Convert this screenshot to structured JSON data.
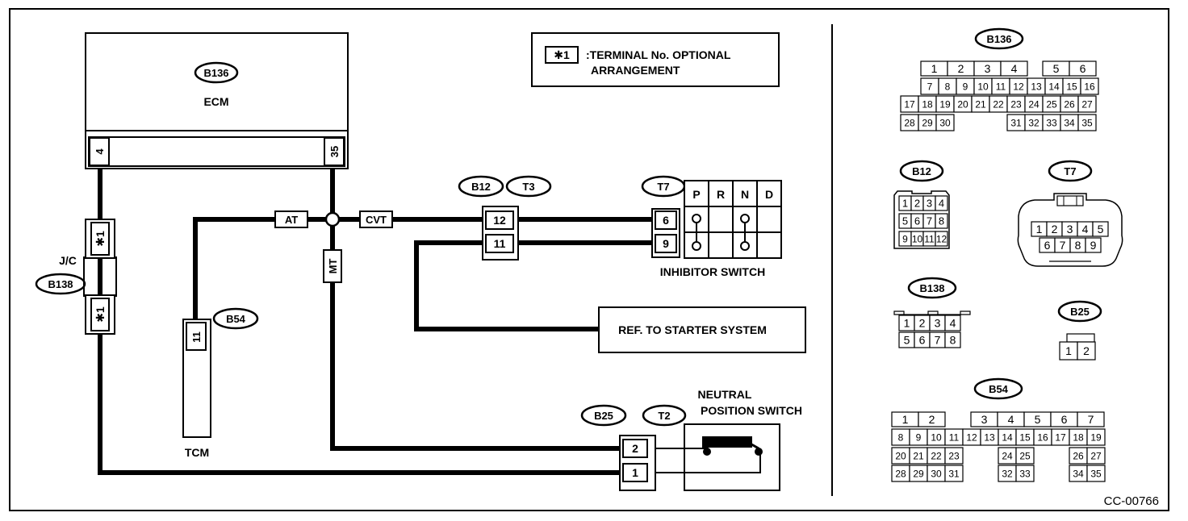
{
  "diagram_code": "CC-00766",
  "legend": {
    "symbol": "✱1",
    "line1": ":TERMINAL No. OPTIONAL",
    "line2": "ARRANGEMENT"
  },
  "ecm": {
    "connector": "B136",
    "label": "ECM",
    "pin_left": "4",
    "pin_right": "35"
  },
  "jc": {
    "label": "J/C",
    "connector": "B138",
    "pin_symbol": "✱1"
  },
  "tcm": {
    "label": "TCM",
    "connector": "B54",
    "pin": "11"
  },
  "wire_tags": {
    "at": "AT",
    "cvt": "CVT",
    "mt": "MT"
  },
  "b12_t3": {
    "connector_a": "B12",
    "connector_b": "T3",
    "pin_top": "12",
    "pin_bottom": "11"
  },
  "inhibitor": {
    "connector": "T7",
    "label": "INHIBITOR SWITCH",
    "pin_top": "6",
    "pin_bottom": "9",
    "positions": [
      "P",
      "R",
      "N",
      "D"
    ]
  },
  "starter_ref": "REF. TO STARTER SYSTEM",
  "neutral": {
    "connector_a": "B25",
    "connector_b": "T2",
    "label_line1": "NEUTRAL",
    "label_line2": "POSITION SWITCH",
    "pin_top": "2",
    "pin_bottom": "1"
  },
  "connector_views": {
    "b136": {
      "name": "B136",
      "row1": [
        "1",
        "2",
        "3",
        "4",
        "5",
        "6"
      ],
      "row2": [
        "7",
        "8",
        "9",
        "10",
        "11",
        "12",
        "13",
        "14",
        "15",
        "16"
      ],
      "row3": [
        "17",
        "18",
        "19",
        "20",
        "21",
        "22",
        "23",
        "24",
        "25",
        "26",
        "27"
      ],
      "row4a": [
        "28",
        "29",
        "30"
      ],
      "row4b": [
        "31",
        "32",
        "33",
        "34",
        "35"
      ]
    },
    "b12": {
      "name": "B12",
      "row1": [
        "1",
        "2",
        "3",
        "4"
      ],
      "row2": [
        "5",
        "6",
        "7",
        "8"
      ],
      "row3": [
        "9",
        "10",
        "11",
        "12"
      ]
    },
    "t7": {
      "name": "T7",
      "row1": [
        "1",
        "2",
        "3",
        "4",
        "5"
      ],
      "row2": [
        "6",
        "7",
        "8",
        "9"
      ]
    },
    "b138": {
      "name": "B138",
      "row1": [
        "1",
        "2",
        "3",
        "4"
      ],
      "row2": [
        "5",
        "6",
        "7",
        "8"
      ]
    },
    "b25": {
      "name": "B25",
      "row1": [
        "1",
        "2"
      ]
    },
    "b54": {
      "name": "B54",
      "row1a": [
        "1",
        "2"
      ],
      "row1b": [
        "3",
        "4",
        "5",
        "6",
        "7"
      ],
      "row2": [
        "8",
        "9",
        "10",
        "11",
        "12",
        "13",
        "14",
        "15",
        "16",
        "17",
        "18",
        "19"
      ],
      "row3a": [
        "20",
        "21",
        "22",
        "23"
      ],
      "row3b": [
        "24",
        "25"
      ],
      "row3c": [
        "26",
        "27"
      ],
      "row4a": [
        "28",
        "29",
        "30",
        "31"
      ],
      "row4b": [
        "32",
        "33"
      ],
      "row4c": [
        "34",
        "35"
      ]
    }
  }
}
